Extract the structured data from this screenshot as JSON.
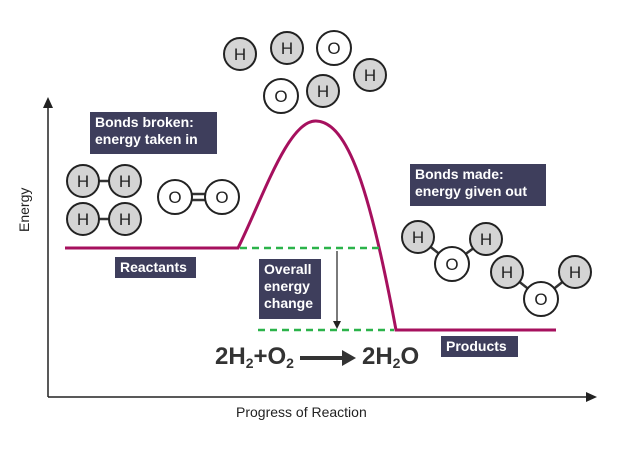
{
  "axes": {
    "y_label": "Energy",
    "x_label": "Progress of Reaction"
  },
  "labels": {
    "bonds_broken": [
      "Bonds broken:",
      "energy taken in"
    ],
    "bonds_made": [
      "Bonds made:",
      "energy given out"
    ],
    "reactants": "Reactants",
    "products": "Products",
    "energy_change": [
      "Overall",
      "energy",
      "change"
    ]
  },
  "equation": {
    "r1": "2H",
    "r1_sub": "2",
    "plus": "+O",
    "r2_sub": "2",
    "p1": "2H",
    "p1_sub": "2",
    "p1_tail": "O"
  },
  "atom_symbols": {
    "hydrogen": "H",
    "oxygen": "O"
  },
  "colors": {
    "curve": "#a6105e",
    "dashed": "#2bb34a",
    "label_bg": "#3e3e5c",
    "atom_grey": "#d4d4d4",
    "axis": "#222222"
  }
}
